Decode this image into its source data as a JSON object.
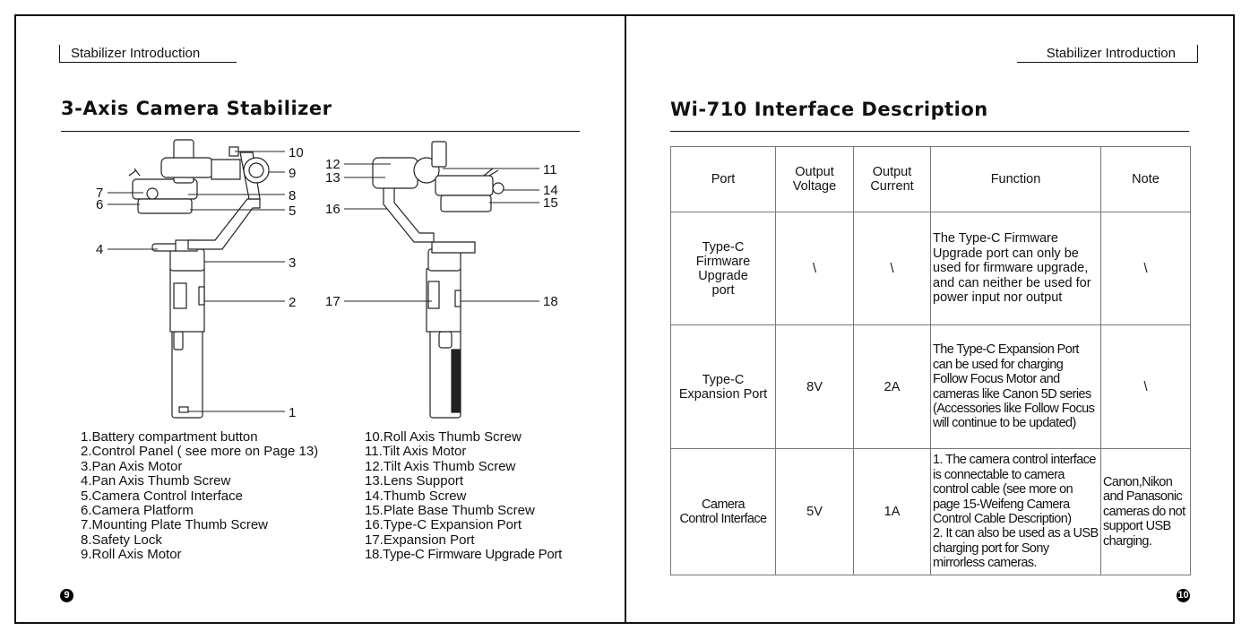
{
  "left_page": {
    "header": "Stabilizer Introduction",
    "title": "3-Axis Camera Stabilizer",
    "callouts_left": [
      "10",
      "9",
      "8",
      "5",
      "3",
      "2",
      "1",
      "7",
      "6",
      "4"
    ],
    "callouts_right": [
      "12",
      "13",
      "16",
      "17",
      "11",
      "14",
      "15",
      "18"
    ],
    "parts_col1": [
      "1.Battery compartment button",
      "2.Control Panel ( see more on Page 13)",
      "3.Pan Axis Motor",
      "4.Pan Axis Thumb Screw",
      "5.Camera Control Interface",
      "6.Camera Platform",
      "7.Mounting Plate Thumb Screw",
      "8.Safety Lock",
      "9.Roll Axis Motor"
    ],
    "parts_col2": [
      "10.Roll Axis Thumb Screw",
      "11.Tilt Axis Motor",
      "12.Tilt Axis Thumb Screw",
      "13.Lens Support",
      "14.Thumb Screw",
      "15.Plate Base Thumb Screw",
      "16.Type-C Expansion Port",
      "17.Expansion Port",
      "18.Type-C Firmware Upgrade Port"
    ],
    "page_number": "9"
  },
  "right_page": {
    "header": "Stabilizer Introduction",
    "title": "Wi-710 Interface Description",
    "table": {
      "headers": [
        "Port",
        "Output\nVoltage",
        "Output\nCurrent",
        "Function",
        "Note"
      ],
      "rows": [
        {
          "port": "Type-C\nFirmware\nUpgrade\nport",
          "voltage": "\\",
          "current": "\\",
          "function": "The Type-C Firmware Upgrade port can only be used for firmware upgrade, and can neither be used for power input nor output",
          "note": "\\"
        },
        {
          "port": "Type-C\nExpansion Port",
          "voltage": "8V",
          "current": "2A",
          "function": "The Type-C Expansion Port can be used for charging Follow Focus Motor and cameras like Canon 5D series (Accessories like Follow Focus will continue to be updated)",
          "note": "\\"
        },
        {
          "port": "Camera\nControl Interface",
          "voltage": "5V",
          "current": "1A",
          "function": "1. The camera control interface is connectable to camera control cable (see more on page 15-Weifeng Camera Control Cable Description)\n2. It can also be used as a USB charging port for Sony mirrorless cameras.",
          "note": "Canon,Nikon and Panasonic cameras do not support USB charging."
        }
      ]
    },
    "page_number": "10"
  }
}
